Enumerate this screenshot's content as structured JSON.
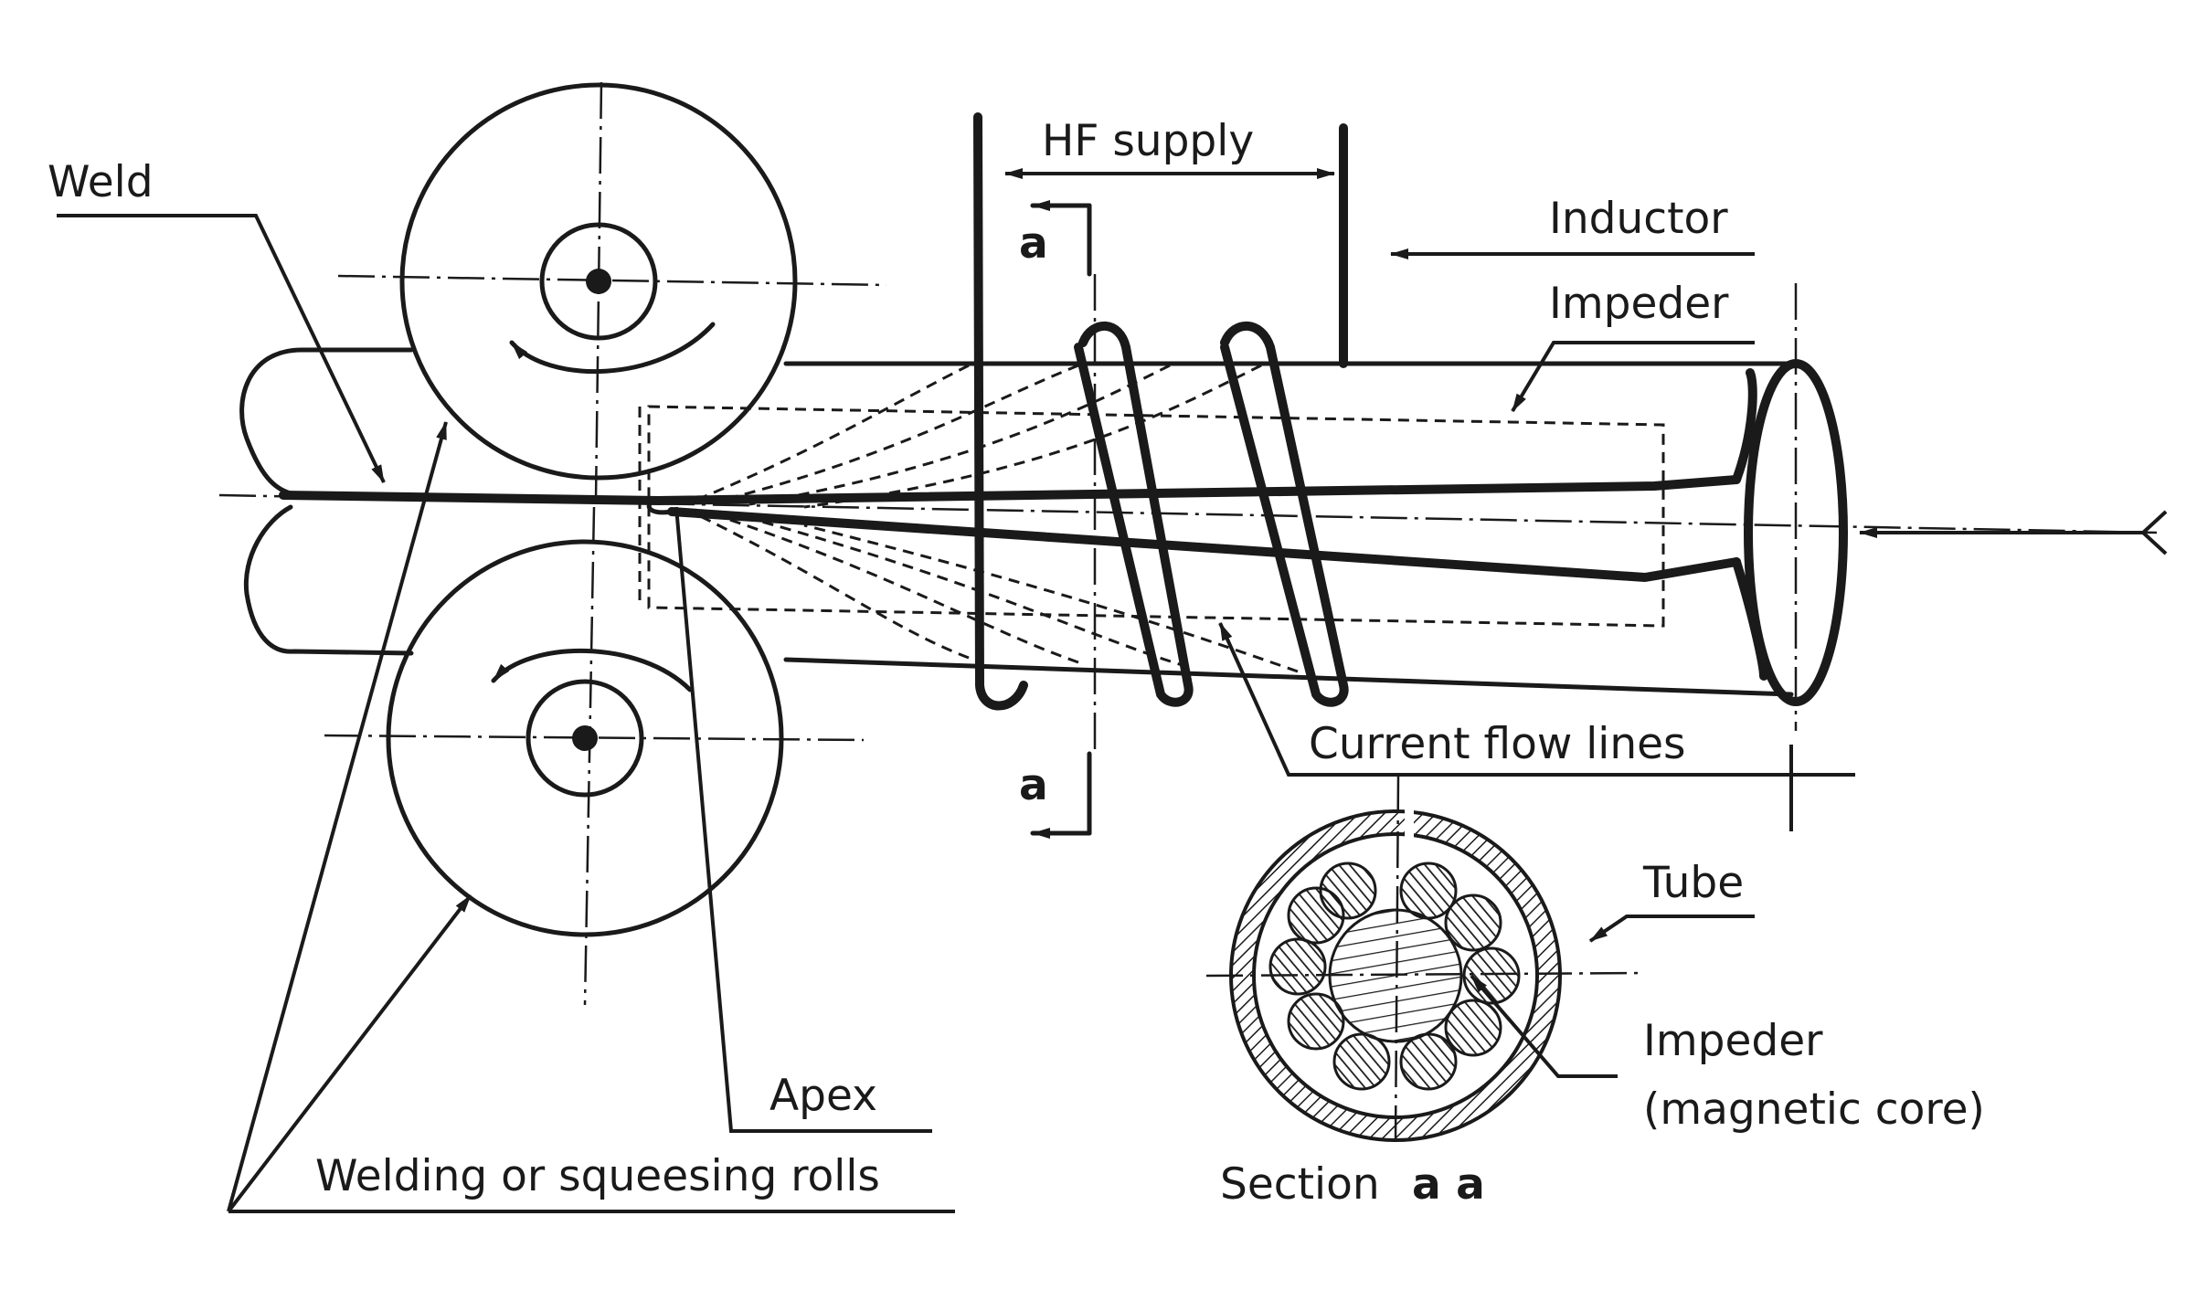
{
  "labels": {
    "weld": "Weld",
    "hf_supply": "HF supply",
    "inductor": "Inductor",
    "impeder_top": "Impeder",
    "section_a_top": "a",
    "section_a_bottom": "a",
    "current_flow_lines": "Current flow lines",
    "tube": "Tube",
    "impeder_core_line1": "Impeder",
    "impeder_core_line2": "(magnetic core)",
    "apex": "Apex",
    "rolls": "Welding or squeesing rolls",
    "section_prefix": "Section",
    "section_letters": "a a"
  },
  "colors": {
    "ink": "#1a1a1a",
    "background": "#ffffff"
  }
}
